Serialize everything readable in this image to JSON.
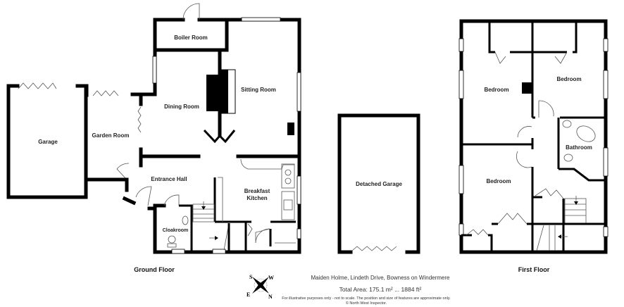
{
  "ground_floor": {
    "caption": "Ground Floor",
    "rooms": [
      "Garage",
      "Garden Room",
      "Boiler Room",
      "Dining Room",
      "Sitting Room",
      "Entrance Hall",
      "Breakfast",
      "Kitchen",
      "Cloakroom"
    ]
  },
  "detached_garage": {
    "label": "Detached Garage"
  },
  "first_floor": {
    "caption": "First Floor",
    "rooms": [
      "Bedroom",
      "Bedroom",
      "Bathroom",
      "Bedroom"
    ]
  },
  "compass": {
    "s": "S",
    "w": "W",
    "e": "E",
    "n": "N"
  },
  "footer": {
    "address": "Maiden Holme, Lindeth Drive, Bowness on Windermere",
    "total_area": "Total Area: 175.1 m² ... 1884 ft²",
    "disclaimer": "For illustrative purposes only - not to scale. The position and size of features are approximate only.",
    "copyright": "© North West Inspector."
  }
}
